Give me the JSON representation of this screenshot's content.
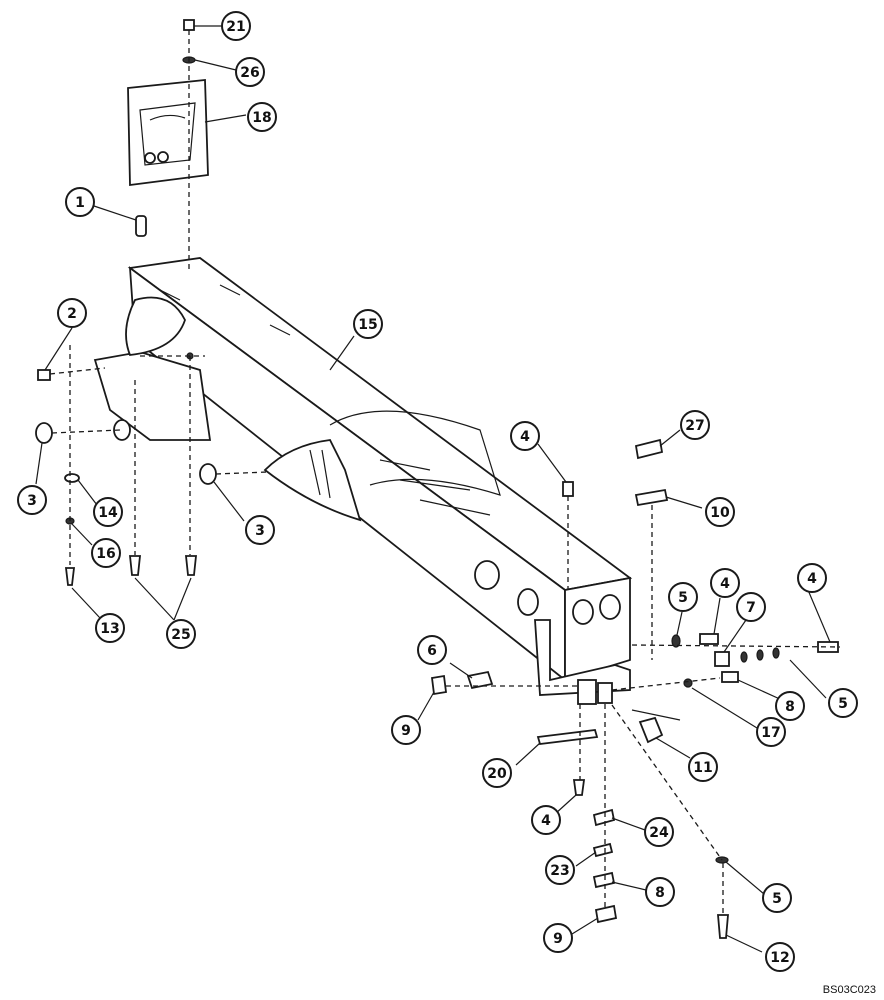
{
  "diagram_code": "BS03C023",
  "callouts": [
    {
      "label": "21"
    },
    {
      "label": "26"
    },
    {
      "label": "18"
    },
    {
      "label": "1"
    },
    {
      "label": "2"
    },
    {
      "label": "15"
    },
    {
      "label": "3"
    },
    {
      "label": "3"
    },
    {
      "label": "14"
    },
    {
      "label": "16"
    },
    {
      "label": "13"
    },
    {
      "label": "25"
    },
    {
      "label": "4"
    },
    {
      "label": "27"
    },
    {
      "label": "10"
    },
    {
      "label": "5"
    },
    {
      "label": "4"
    },
    {
      "label": "4"
    },
    {
      "label": "7"
    },
    {
      "label": "6"
    },
    {
      "label": "9"
    },
    {
      "label": "8"
    },
    {
      "label": "5"
    },
    {
      "label": "17"
    },
    {
      "label": "20"
    },
    {
      "label": "11"
    },
    {
      "label": "4"
    },
    {
      "label": "24"
    },
    {
      "label": "23"
    },
    {
      "label": "8"
    },
    {
      "label": "5"
    },
    {
      "label": "9"
    },
    {
      "label": "12"
    }
  ]
}
